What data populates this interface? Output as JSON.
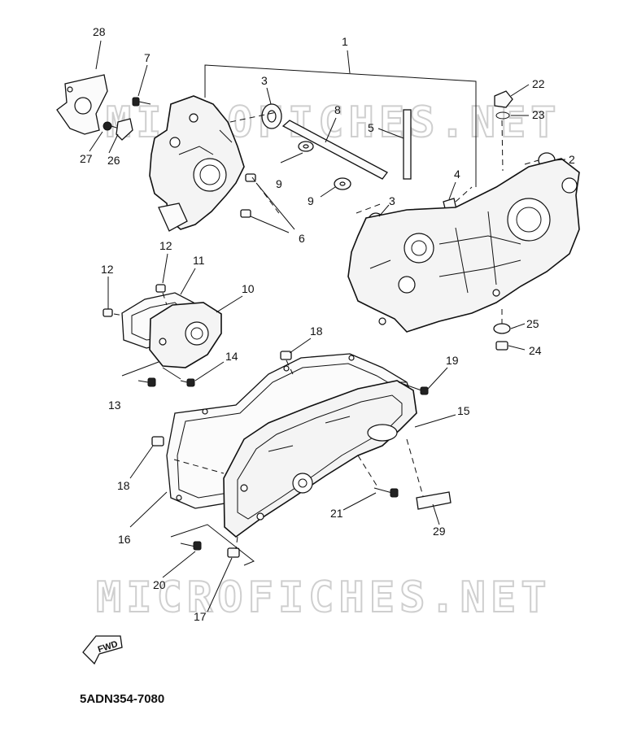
{
  "diagram": {
    "watermark": "MICROFICHES.NET",
    "fwd_label": "FWD",
    "code": "5ADN354-7080",
    "callouts": [
      "1",
      "2",
      "3",
      "3",
      "4",
      "5",
      "6",
      "7",
      "8",
      "9",
      "9",
      "10",
      "11",
      "12",
      "12",
      "13",
      "14",
      "15",
      "16",
      "17",
      "18",
      "18",
      "19",
      "20",
      "21",
      "22",
      "23",
      "24",
      "25",
      "26",
      "27",
      "28",
      "29"
    ]
  }
}
